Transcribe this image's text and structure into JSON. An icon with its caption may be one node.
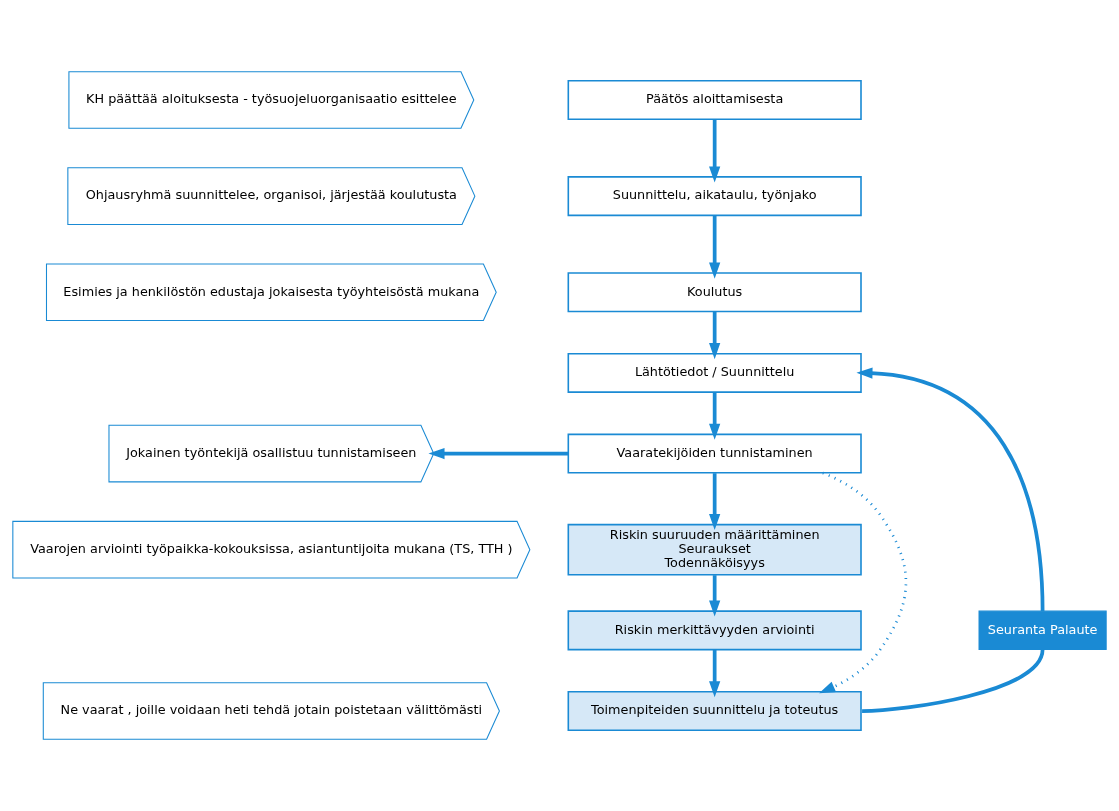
{
  "diagram": {
    "nodes": [
      {
        "text": [
          "KH päättää aloituksesta - työsuojeluorganisaatio esittelee"
        ]
      },
      {
        "text": [
          "Ohjausryhmä suunnittelee, organisoi, järjestää koulutusta"
        ]
      },
      {
        "text": [
          "Esimies ja henkilöstön edustaja jokaisesta työyhteisöstä mukana"
        ]
      },
      {
        "text": [
          "Jokainen työntekijä osallistuu tunnistamiseen"
        ]
      },
      {
        "text": [
          "Vaarojen arviointi työpaikka-kokouksissa, asiantuntijoita mukana (TS, TTH )"
        ]
      },
      {
        "text": [
          "Ne vaarat , joille voidaan heti tehdä jotain poistetaan välittömästi"
        ]
      },
      {
        "text": [
          "Päätös aloittamisesta"
        ]
      },
      {
        "text": [
          "Suunnittelu, aikataulu, työnjako"
        ]
      },
      {
        "text": [
          "Koulutus"
        ]
      },
      {
        "text": [
          "Lähtötiedot / Suunnittelu"
        ]
      },
      {
        "text": [
          "Vaaratekijöiden tunnistaminen"
        ]
      },
      {
        "text": [
          "Riskin suuruuden määrittäminen",
          "Seuraukset",
          "Todennäköisyys"
        ]
      },
      {
        "text": [
          "Riskin merkittävyyden arviointi"
        ]
      },
      {
        "text": [
          "Toimenpiteiden suunnittelu ja toteutus"
        ]
      },
      {
        "text": [
          "Seuranta Palaute"
        ]
      }
    ],
    "edges": [
      {
        "from": 6,
        "to": 7,
        "arrow": "to"
      },
      {
        "from": 7,
        "to": 8,
        "arrow": "to"
      },
      {
        "from": 8,
        "to": 9,
        "arrow": "to"
      },
      {
        "from": 9,
        "to": 10,
        "arrow": "to"
      },
      {
        "from": 10,
        "to": 11,
        "arrow": "to"
      },
      {
        "from": 11,
        "to": 12,
        "arrow": "to"
      },
      {
        "from": 12,
        "to": 13,
        "arrow": "to"
      },
      {
        "from": 10,
        "to": 3,
        "arrow": "to"
      },
      {
        "from": 10,
        "to": 13,
        "arrow": "to",
        "style": "dashed"
      },
      {
        "from": 13,
        "to": 14,
        "arrow": "none"
      },
      {
        "from": 14,
        "to": 9,
        "arrow": "to"
      }
    ]
  }
}
